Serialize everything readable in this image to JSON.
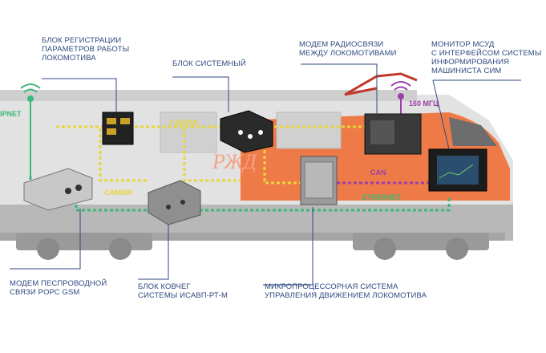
{
  "captions": {
    "registration_block": [
      "БЛОК РЕГИСТРАЦИИ",
      "ПАРАМЕТРОВ РАБОТЫ",
      "ЛОКОМОТИВА"
    ],
    "system_block": [
      "БЛОК СИСТЕМНЫЙ"
    ],
    "radio_modem": [
      "МОДЕМ РАДИОСВЯЗИ",
      "МЕЖДУ ЛОКОМОТИВАМИ"
    ],
    "monitor": [
      "МОНИТОР МСУД",
      "С ИНТЕРФЕЙСОМ СИСТЕМЫ",
      "ИНФОРМИРОВАНИЯ",
      "МАШИНИСТА СИМ"
    ],
    "wireless_modem": [
      "МОДЕМ ПЕСПРОВОДНОЙ",
      "СВЯЗИ PОРС GSM"
    ],
    "kovcheg_block": [
      "БЛОК КОВЧЕГ",
      "СИСТЕМЫ ИСАВП-РТ-М"
    ],
    "microprocessor": [
      "МИКРОПРОЦЕССОРНАЯ СИСТЕМА",
      "УПРАВЛЕНИЯ ДВИЖЕНИЕМ ЛОКОМОТИВА"
    ]
  },
  "bus_labels": {
    "ipnet": "IPNET",
    "can250": "CAN250",
    "can500": "CAN500",
    "can": "CAN",
    "ethernet": "ETHERNET",
    "freq": "160 МГЦ"
  },
  "colors": {
    "caption": "#2f4a80",
    "yellow_bus": "#e8d63a",
    "green_bus": "#3cb878",
    "purple_bus": "#9b3fa8",
    "orange_body": "#ee7a48",
    "grey_body": "#d9d9d9"
  }
}
